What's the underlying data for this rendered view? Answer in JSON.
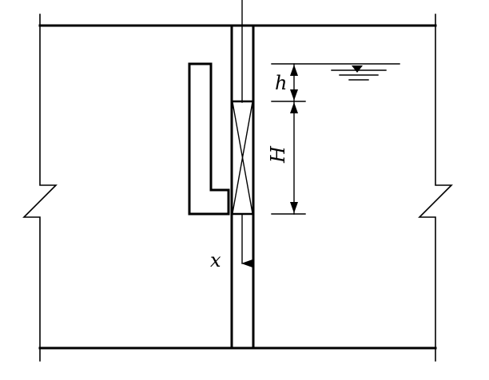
{
  "labels": {
    "h": "h",
    "H": "H",
    "x": "x"
  },
  "colors": {
    "stroke": "#000000",
    "background": "#ffffff"
  },
  "symbols": {
    "water_surface": "free-surface-symbol",
    "crack": "break-line-symbol",
    "embedded_element": "x-cross-marker"
  }
}
